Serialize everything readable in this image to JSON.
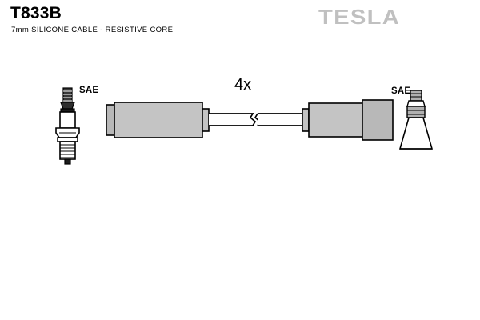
{
  "header": {
    "part_number": "T833B",
    "description": "7mm SILICONE CABLE - RESISTIVE CORE",
    "brand": "TESLA"
  },
  "diagram": {
    "quantity_label": "4x",
    "connector_left": {
      "standard_label": "SAE",
      "type": "spark-plug"
    },
    "connector_right": {
      "standard_label": "SAE",
      "type": "rubber-boot"
    },
    "cable": {
      "break_symbol": true
    }
  },
  "colors": {
    "outline": "#000000",
    "metal_gray": "#b8b8b8",
    "body_gray": "#c4c4c4",
    "dark_gray": "#4a4a4a",
    "insulator_white": "#ffffff",
    "logo_gray": "#c0c0c0",
    "background": "#ffffff"
  }
}
